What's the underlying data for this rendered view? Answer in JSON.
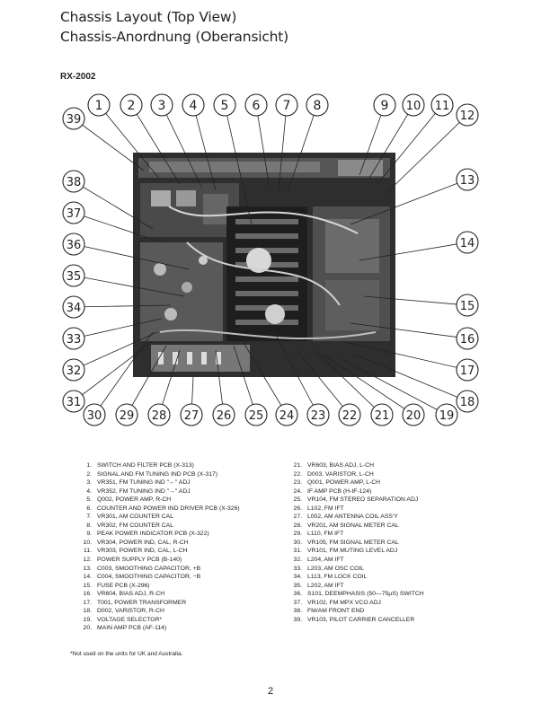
{
  "header": {
    "title_en": "Chassis Layout (Top View)",
    "title_de": "Chassis-Anordnung (Oberansicht)",
    "model": "RX-2002"
  },
  "callouts": [
    "1",
    "2",
    "3",
    "4",
    "5",
    "6",
    "7",
    "8",
    "9",
    "10",
    "11",
    "12",
    "13",
    "14",
    "15",
    "16",
    "17",
    "18",
    "19",
    "20",
    "21",
    "22",
    "23",
    "24",
    "25",
    "26",
    "27",
    "28",
    "29",
    "30",
    "31",
    "32",
    "33",
    "34",
    "35",
    "36",
    "37",
    "38",
    "39"
  ],
  "legend_left": [
    {
      "num": "1.",
      "text": "SWITCH AND FILTER PCB (X-313)"
    },
    {
      "num": "2.",
      "text": "SIGNAL AND FM TUNING IND PCB (X-317)"
    },
    {
      "num": "3.",
      "text": "VR351, FM TUNING IND \"←\" ADJ"
    },
    {
      "num": "4.",
      "text": "VR352, FM TUNING IND \"→\" ADJ"
    },
    {
      "num": "5.",
      "text": "Q002, POWER AMP, R-CH"
    },
    {
      "num": "6.",
      "text": "COUNTER AND POWER IND DRIVER PCB (X-326)"
    },
    {
      "num": "7.",
      "text": "VR301, AM COUNTER CAL"
    },
    {
      "num": "8.",
      "text": "VR302, FM COUNTER CAL"
    },
    {
      "num": "9.",
      "text": "PEAK POWER INDICATOR PCB (X-322)"
    },
    {
      "num": "10.",
      "text": "VR304, POWER IND, CAL, R-CH"
    },
    {
      "num": "11.",
      "text": "VR303, POWER IND, CAL, L-CH"
    },
    {
      "num": "12.",
      "text": "POWER SUPPLY PCB (B-140)"
    },
    {
      "num": "13.",
      "text": "C003, SMOOTHING CAPACITOR, +B"
    },
    {
      "num": "14.",
      "text": "C004, SMOOTHING CAPACITOR, −B"
    },
    {
      "num": "15.",
      "text": "FUSE PCB (X-296)"
    },
    {
      "num": "16.",
      "text": "VR604, BIAS ADJ, R-CH"
    },
    {
      "num": "17.",
      "text": "T001, POWER TRANSFORMER"
    },
    {
      "num": "18.",
      "text": "D002, VARISTOR, R-CH"
    },
    {
      "num": "19.",
      "text": "VOLTAGE SELECTOR*"
    },
    {
      "num": "20.",
      "text": "MAIN AMP PCB (AF-114)"
    }
  ],
  "legend_right": [
    {
      "num": "21.",
      "text": "VR603, BIAS ADJ, L-CH"
    },
    {
      "num": "22.",
      "text": "D003, VARISTOR, L-CH"
    },
    {
      "num": "23.",
      "text": "Q001, POWER AMP, L-CH"
    },
    {
      "num": "24.",
      "text": "IF AMP PCB (H-IF-124)"
    },
    {
      "num": "25.",
      "text": "VR104, FM STEREO SEPARATION ADJ"
    },
    {
      "num": "26.",
      "text": "L102, FM IFT"
    },
    {
      "num": "27.",
      "text": "L002, AM ANTENNA COIL ASS'Y"
    },
    {
      "num": "28.",
      "text": "VR201, AM SIGNAL METER CAL"
    },
    {
      "num": "29.",
      "text": "L110, FM IFT"
    },
    {
      "num": "30.",
      "text": "VR105, FM SIGNAL METER CAL"
    },
    {
      "num": "31.",
      "text": "VR101, FM MUTING LEVEL ADJ"
    },
    {
      "num": "32.",
      "text": "L204, AM IFT"
    },
    {
      "num": "33.",
      "text": "L203, AM OSC COIL"
    },
    {
      "num": "34.",
      "text": "L113, FM LOCK COIL"
    },
    {
      "num": "35.",
      "text": "L202, AM IFT"
    },
    {
      "num": "36.",
      "text": "S101, DEEMPHASIS (50—75μS) SWITCH"
    },
    {
      "num": "37.",
      "text": "VR102, FM MPX VCO ADJ"
    },
    {
      "num": "38.",
      "text": "FM/AM FRONT END"
    },
    {
      "num": "39.",
      "text": "VR103, PILOT CARRIER CANCELLER"
    }
  ],
  "footnote": "*Not used on the units for UK and Australia.",
  "page_number": "2"
}
